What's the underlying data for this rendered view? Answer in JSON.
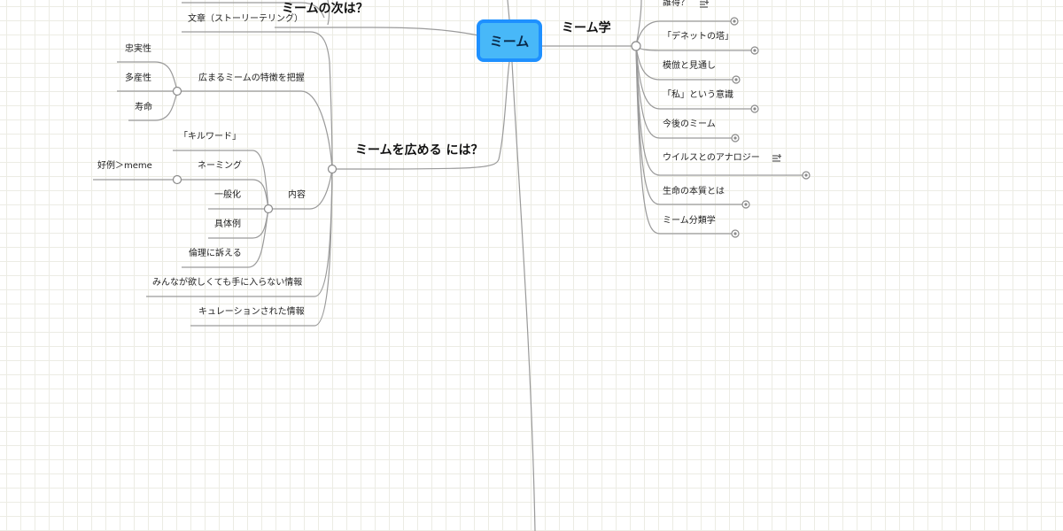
{
  "central": {
    "label": "ミーム"
  },
  "branches": {
    "next": {
      "label": "ミームの次は？",
      "children": {
        "story": "文章（ストーリーテリング）"
      }
    },
    "spread": {
      "label": "ミームを広める には？",
      "features": {
        "label": "広まるミームの特徴を把握",
        "items": [
          "忠実性",
          "多産性",
          "寿命"
        ]
      },
      "content": {
        "label": "内容",
        "keyword": "「キルワード」",
        "naming": "ネーミング",
        "naming_example": "好例＞meme",
        "generalize": "一般化",
        "concrete": "具体例",
        "ethics": "倫理に訴える"
      },
      "unavailable": "みんなが欲しくても手に入らない情報",
      "curated": "キュレーションされた情報"
    },
    "memetics": {
      "label": "ミーム学",
      "items": [
        "誰得？",
        "「デネットの塔」",
        "模倣と見通し",
        "「私」という意識",
        "今後のミーム",
        "ウイルスとのアナロジー",
        "生命の本質とは",
        "ミーム分類学"
      ]
    }
  },
  "colors": {
    "root_fill": "#48b8f8",
    "root_border": "#1e90ff",
    "line": "#9a9a9a",
    "grid": "#ecece4"
  }
}
